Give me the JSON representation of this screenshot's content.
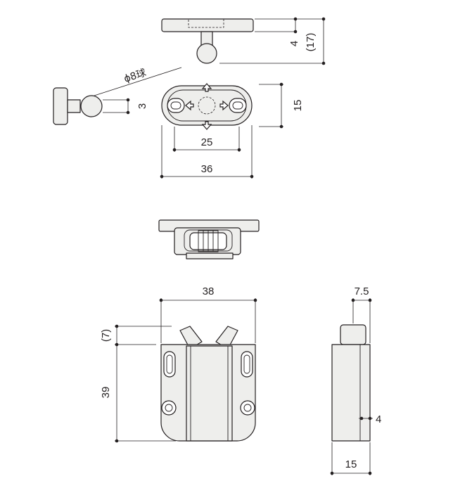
{
  "dimensions": {
    "plate_thickness": "4",
    "striker_height": "(17)",
    "ball_diameter": "ϕ8球",
    "ball_offset": "3",
    "striker_width": "15",
    "hole_pitch": "25",
    "striker_length": "36",
    "catch_width": "38",
    "catch_projection": "(7)",
    "catch_height": "39",
    "side_top_width": "7.5",
    "side_body_offset": "4",
    "side_depth": "15"
  },
  "colors": {
    "line": "#231f20",
    "part_fill": "#eeeeec",
    "background": "#ffffff"
  }
}
